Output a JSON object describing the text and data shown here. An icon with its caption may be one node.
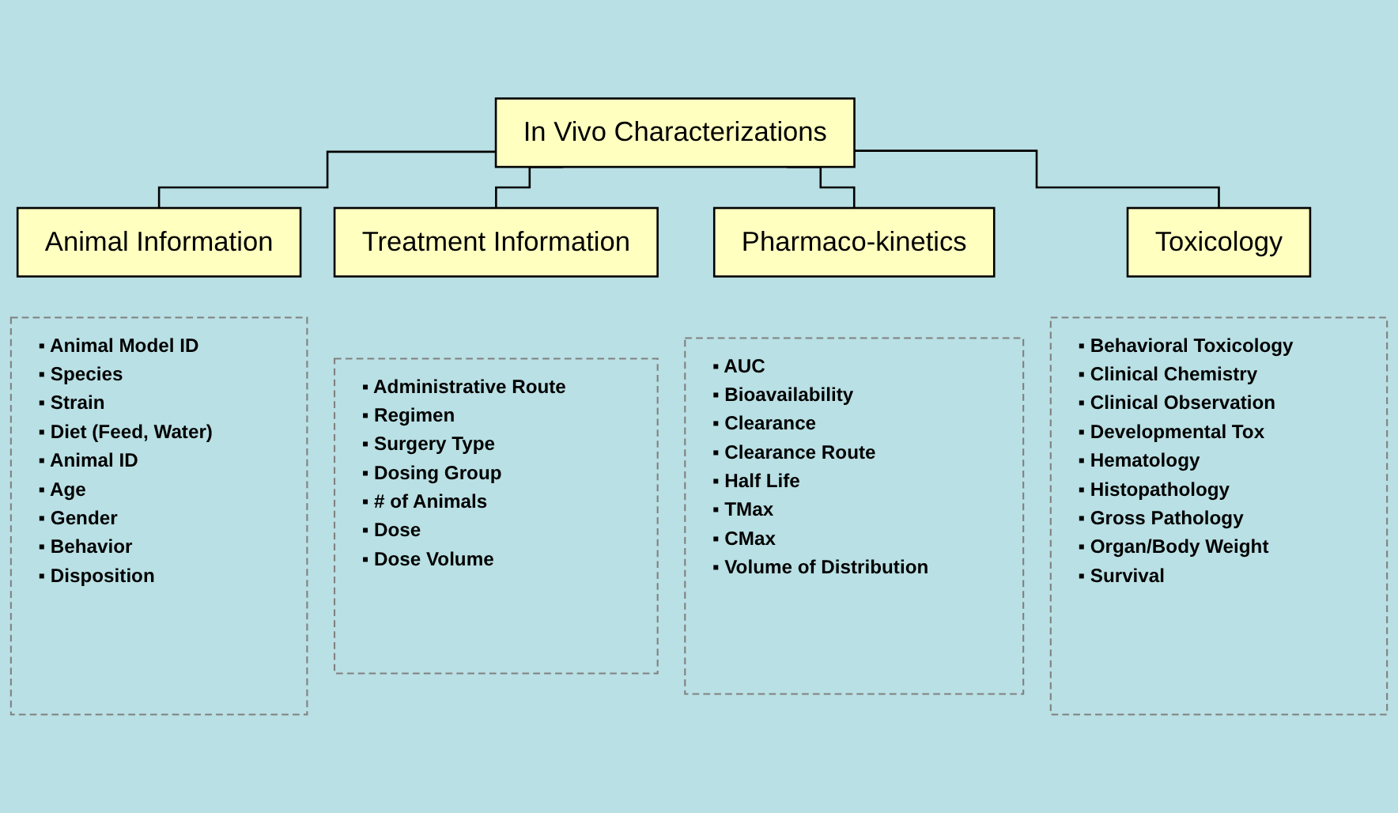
{
  "diagram": {
    "nodes": [
      {
        "text": [
          "In Vivo Characterizations"
        ]
      },
      {
        "text": [
          "Animal Information"
        ]
      },
      {
        "text": [
          "Treatment Information"
        ]
      },
      {
        "text": [
          "Pharmaco-kinetics"
        ]
      },
      {
        "text": [
          "Toxicology"
        ]
      },
      {
        "text": [
          "▪ Animal Model ID",
          "▪ Species",
          "▪ Strain",
          "▪ Diet (Feed, Water)",
          "▪ Animal ID",
          "▪ Age",
          "▪ Gender",
          "▪ Behavior",
          "▪ Disposition"
        ]
      },
      {
        "text": [
          "▪ Administrative Route",
          "▪ Regimen",
          "▪ Surgery Type",
          "▪ Dosing Group",
          "▪ # of Animals",
          "▪ Dose",
          "▪ Dose Volume"
        ]
      },
      {
        "text": [
          "▪ AUC",
          "▪ Bioavailability",
          "▪ Clearance",
          "▪ Clearance Route",
          "▪ Half Life",
          "▪ TMax",
          "▪ CMax",
          "▪ Volume of Distribution"
        ]
      },
      {
        "text": [
          "▪ Behavioral Toxicology",
          "▪ Clinical Chemistry",
          "▪ Clinical Observation",
          "▪ Developmental Tox",
          "▪ Hematology",
          "▪ Histopathology",
          "▪ Gross Pathology",
          "▪ Organ/Body Weight",
          "▪ Survival"
        ]
      }
    ],
    "edges": [
      {
        "from": 0,
        "to": 1,
        "arrow": "none"
      },
      {
        "from": 0,
        "to": 2,
        "arrow": "none"
      },
      {
        "from": 0,
        "to": 3,
        "arrow": "none"
      },
      {
        "from": 0,
        "to": 4,
        "arrow": "none"
      }
    ]
  }
}
